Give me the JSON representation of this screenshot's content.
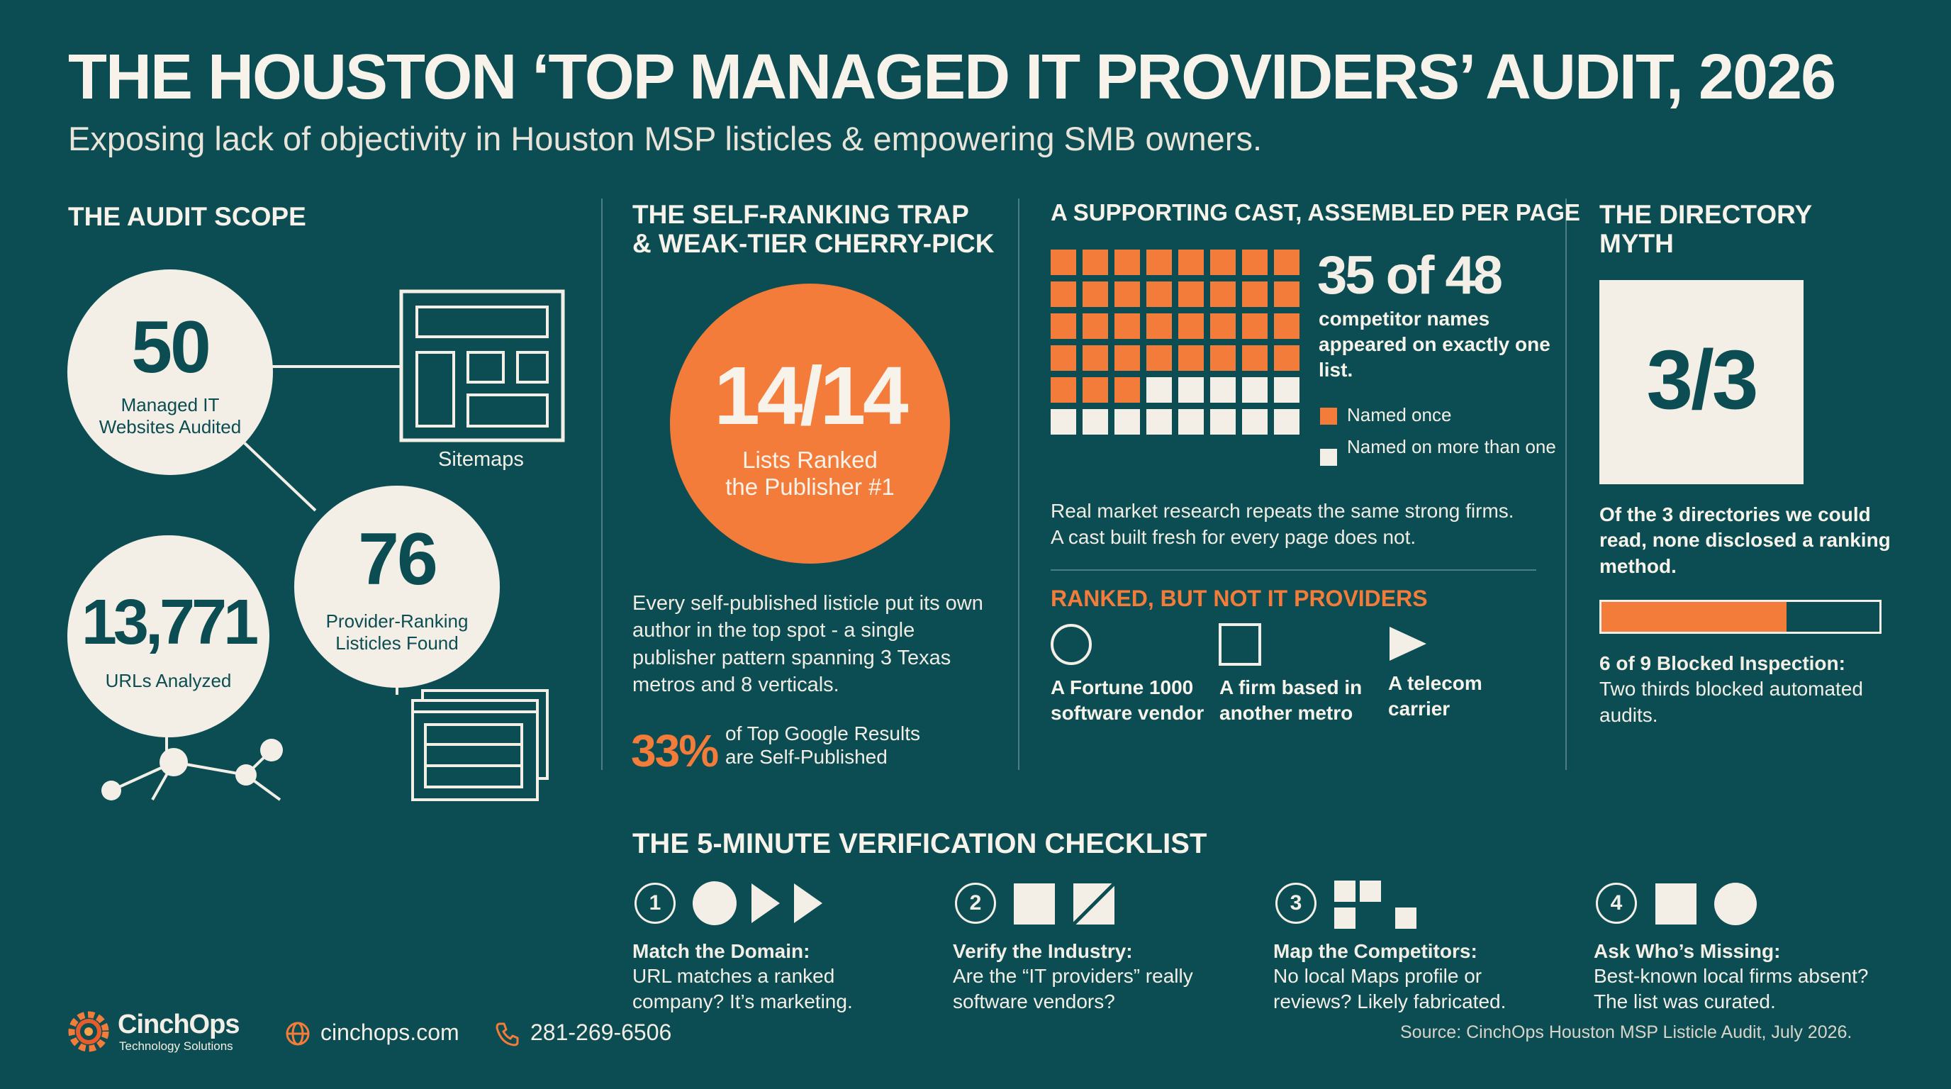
{
  "header": {
    "title": "THE HOUSTON ‘TOP MANAGED IT PROVIDERS’ AUDIT, 2026",
    "subtitle": "Exposing lack of objectivity in Houston MSP listicles & empowering SMB owners."
  },
  "scope": {
    "heading": "THE AUDIT SCOPE",
    "stat1_value": "50",
    "stat1_label": "Managed IT Websites Audited",
    "stat2_value": "76",
    "stat2_label": "Provider-Ranking Listicles Found",
    "stat3_value": "13,771",
    "stat3_label": "URLs Analyzed",
    "sitemaps_label": "Sitemaps"
  },
  "trap": {
    "heading_line1": "THE SELF-RANKING TRAP",
    "heading_line2": "& WEAK-TIER CHERRY-PICK",
    "big_value": "14/14",
    "big_label_line1": "Lists Ranked",
    "big_label_line2": "the Publisher #1",
    "body": "Every self-published listicle put its own author in the top spot - a single publisher pattern spanning 3 Texas metros and 8 verticals.",
    "pct_value": "33%",
    "pct_label_line1": "of Top Google Results",
    "pct_label_line2": "are Self-Published"
  },
  "cast": {
    "heading": "A SUPPORTING CAST, ASSEMBLED PER PAGE",
    "named_once_count": 35,
    "total_count": 48,
    "big_value": "35 of 48",
    "big_label": "competitor names appeared on exactly one list.",
    "legend_once": "Named once",
    "legend_more": "Named on more than one",
    "note_line1": "Real market research repeats the same strong firms.",
    "note_line2": "A cast built fresh for every page does not.",
    "colors": {
      "once": "#f47c3a",
      "more": "#f3efe6"
    }
  },
  "ranked": {
    "heading": "RANKED, BUT NOT IT PROVIDERS",
    "items": [
      {
        "icon": "circle-icon",
        "label": "A Fortune 1000 software vendor"
      },
      {
        "icon": "square-icon",
        "label": "A firm based in another metro"
      },
      {
        "icon": "triangle-icon",
        "label": "A telecom carrier"
      }
    ]
  },
  "directory": {
    "heading_line1": "THE DIRECTORY",
    "heading_line2": "MYTH",
    "big_value": "3/3",
    "caption": "Of the 3 directories we could read, none disclosed a ranking method.",
    "blocked_fraction": 0.6667,
    "blocked_title": "6 of 9 Blocked Inspection:",
    "blocked_text": "Two thirds blocked automated audits."
  },
  "checklist": {
    "heading": "THE 5-MINUTE VERIFICATION CHECKLIST",
    "steps": [
      {
        "num": "1",
        "title": "Match the Domain:",
        "line1": "URL matches a ranked",
        "line2": "company? It’s marketing."
      },
      {
        "num": "2",
        "title": "Verify the Industry:",
        "line1": "Are the “IT providers” really",
        "line2": "software vendors?"
      },
      {
        "num": "3",
        "title": "Map the Competitors:",
        "line1": "No local Maps profile or",
        "line2": "reviews? Likely fabricated."
      },
      {
        "num": "4",
        "title": "Ask Who’s Missing:",
        "line1": "Best-known local firms absent?",
        "line2": "The list was curated."
      }
    ]
  },
  "footer": {
    "brand": "CinchOps",
    "brand_sub": "Technology Solutions",
    "website": "cinchops.com",
    "phone": "281-269-6506",
    "source": "Source: CinchOps Houston MSP Listicle Audit, July 2026."
  }
}
